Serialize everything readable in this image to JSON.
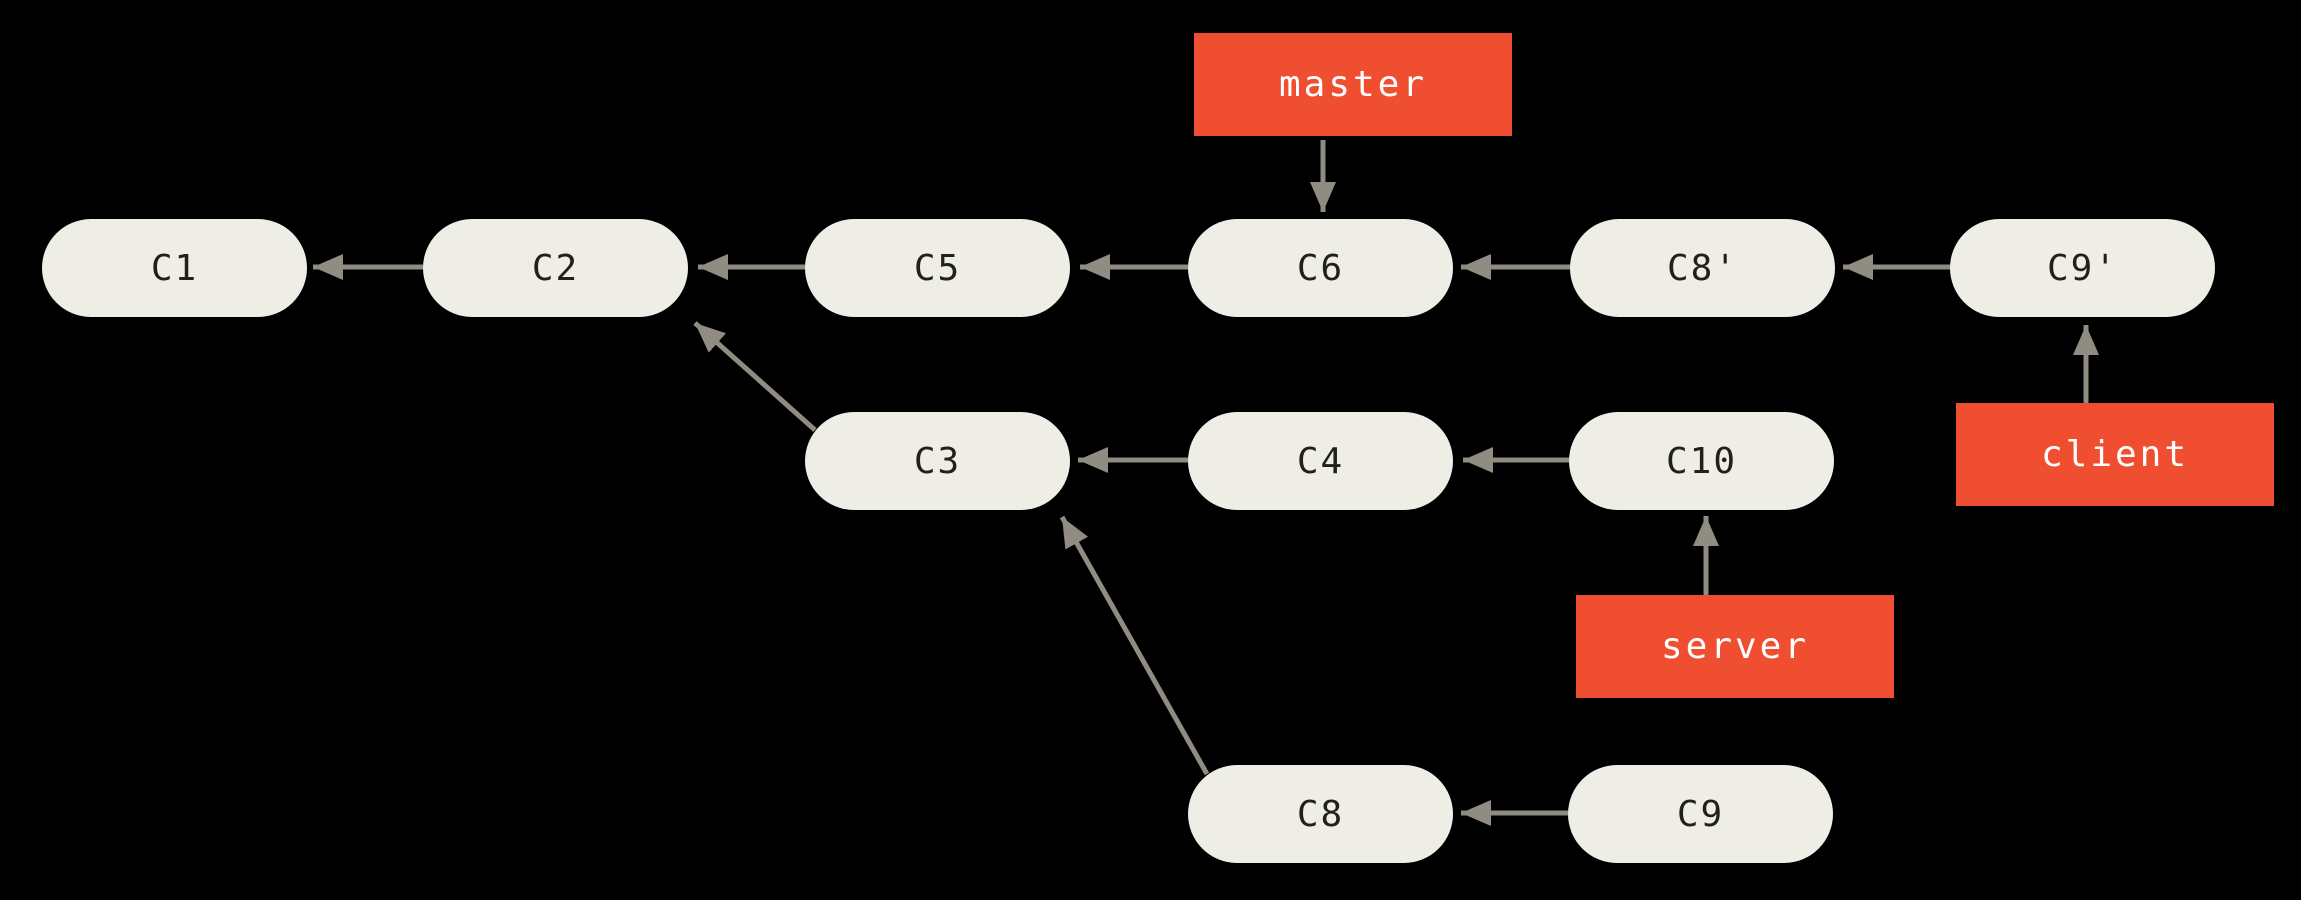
{
  "diagram": {
    "kind": "git-commit-graph",
    "background_color": "#000000",
    "node_fill_color": "#EFEEE6",
    "node_text_color": "#21201C",
    "branch_fill_color": "#F04E31",
    "branch_text_color": "#FFFFFF",
    "arrow_color": "#908C82"
  },
  "nodes": [
    {
      "id": "C1",
      "label": "C1"
    },
    {
      "id": "C2",
      "label": "C2"
    },
    {
      "id": "C5",
      "label": "C5"
    },
    {
      "id": "C6",
      "label": "C6"
    },
    {
      "id": "C8p",
      "label": "C8'"
    },
    {
      "id": "C9p",
      "label": "C9'"
    },
    {
      "id": "C3",
      "label": "C3"
    },
    {
      "id": "C4",
      "label": "C4"
    },
    {
      "id": "C10",
      "label": "C10"
    },
    {
      "id": "C8",
      "label": "C8"
    },
    {
      "id": "C9",
      "label": "C9"
    }
  ],
  "branches": [
    {
      "id": "master",
      "label": "master",
      "points_to": "C6"
    },
    {
      "id": "server",
      "label": "server",
      "points_to": "C10"
    },
    {
      "id": "client",
      "label": "client",
      "points_to": "C9'"
    }
  ],
  "edges": [
    {
      "from": "C2",
      "to": "C1"
    },
    {
      "from": "C5",
      "to": "C2"
    },
    {
      "from": "C6",
      "to": "C5"
    },
    {
      "from": "C8'",
      "to": "C6"
    },
    {
      "from": "C9'",
      "to": "C8'"
    },
    {
      "from": "C3",
      "to": "C2"
    },
    {
      "from": "C4",
      "to": "C3"
    },
    {
      "from": "C10",
      "to": "C4"
    },
    {
      "from": "C8",
      "to": "C3"
    },
    {
      "from": "C9",
      "to": "C8"
    },
    {
      "from": "master",
      "to": "C6"
    },
    {
      "from": "server",
      "to": "C10"
    },
    {
      "from": "client",
      "to": "C9'"
    }
  ]
}
